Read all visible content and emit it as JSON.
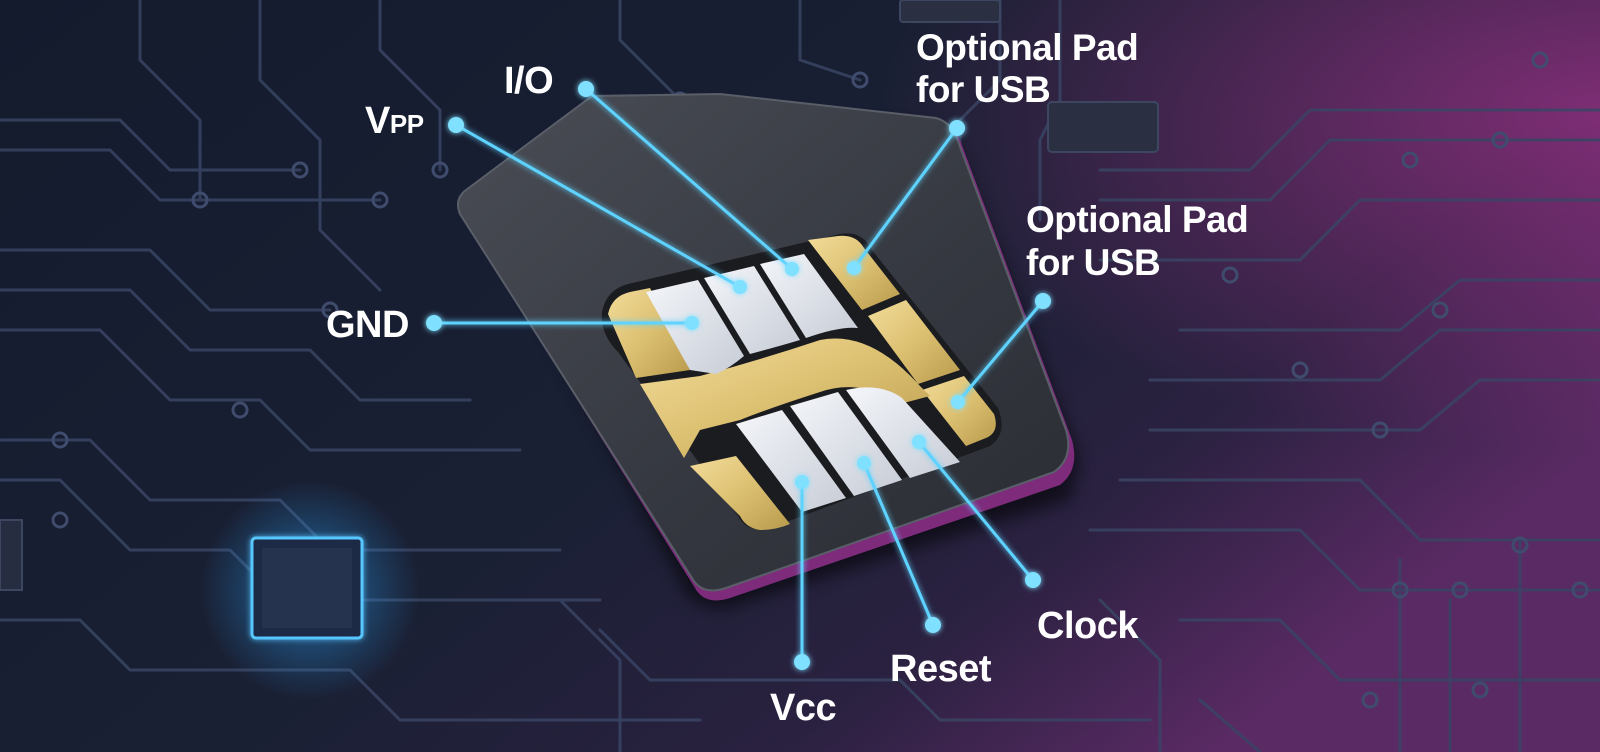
{
  "diagram": {
    "subject": "SIM card contact pads",
    "colors": {
      "background": "#141a2c",
      "trace": "#3a4767",
      "accent_blue": "#5fd3ff",
      "accent_magenta": "#c2379f",
      "gold_pad": "#e4c77b",
      "silver_pad": "#e3e6ec",
      "card_body": "#3d4048"
    },
    "labels": {
      "vpp_main": "V",
      "vpp_sub": "PP",
      "io": "I/O",
      "usb_top_line1": "Optional Pad",
      "usb_top_line2": "for USB",
      "usb_right_line1": "Optional Pad",
      "usb_right_line2": "for USB",
      "gnd": "GND",
      "clock": "Clock",
      "reset": "Reset",
      "vcc": "Vcc"
    }
  }
}
